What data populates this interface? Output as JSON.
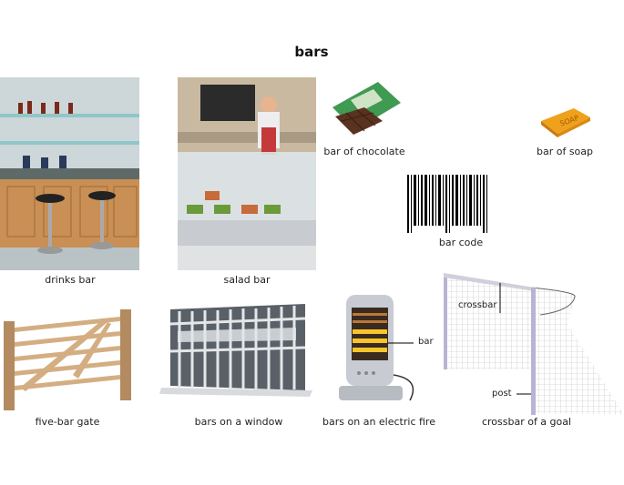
{
  "title": "bars",
  "items": [
    {
      "caption": "drinks bar"
    },
    {
      "caption": "salad bar"
    },
    {
      "caption": "bar of chocolate"
    },
    {
      "caption": "bar of soap",
      "soap_text": "SOAP"
    },
    {
      "caption": "bar code"
    },
    {
      "caption": "five-bar gate"
    },
    {
      "caption": "bars on a window"
    },
    {
      "caption": "bars on an electric fire",
      "part_label": "bar"
    },
    {
      "caption": "crossbar of a goal",
      "part_labels": {
        "crossbar": "crossbar",
        "post": "post"
      }
    }
  ]
}
